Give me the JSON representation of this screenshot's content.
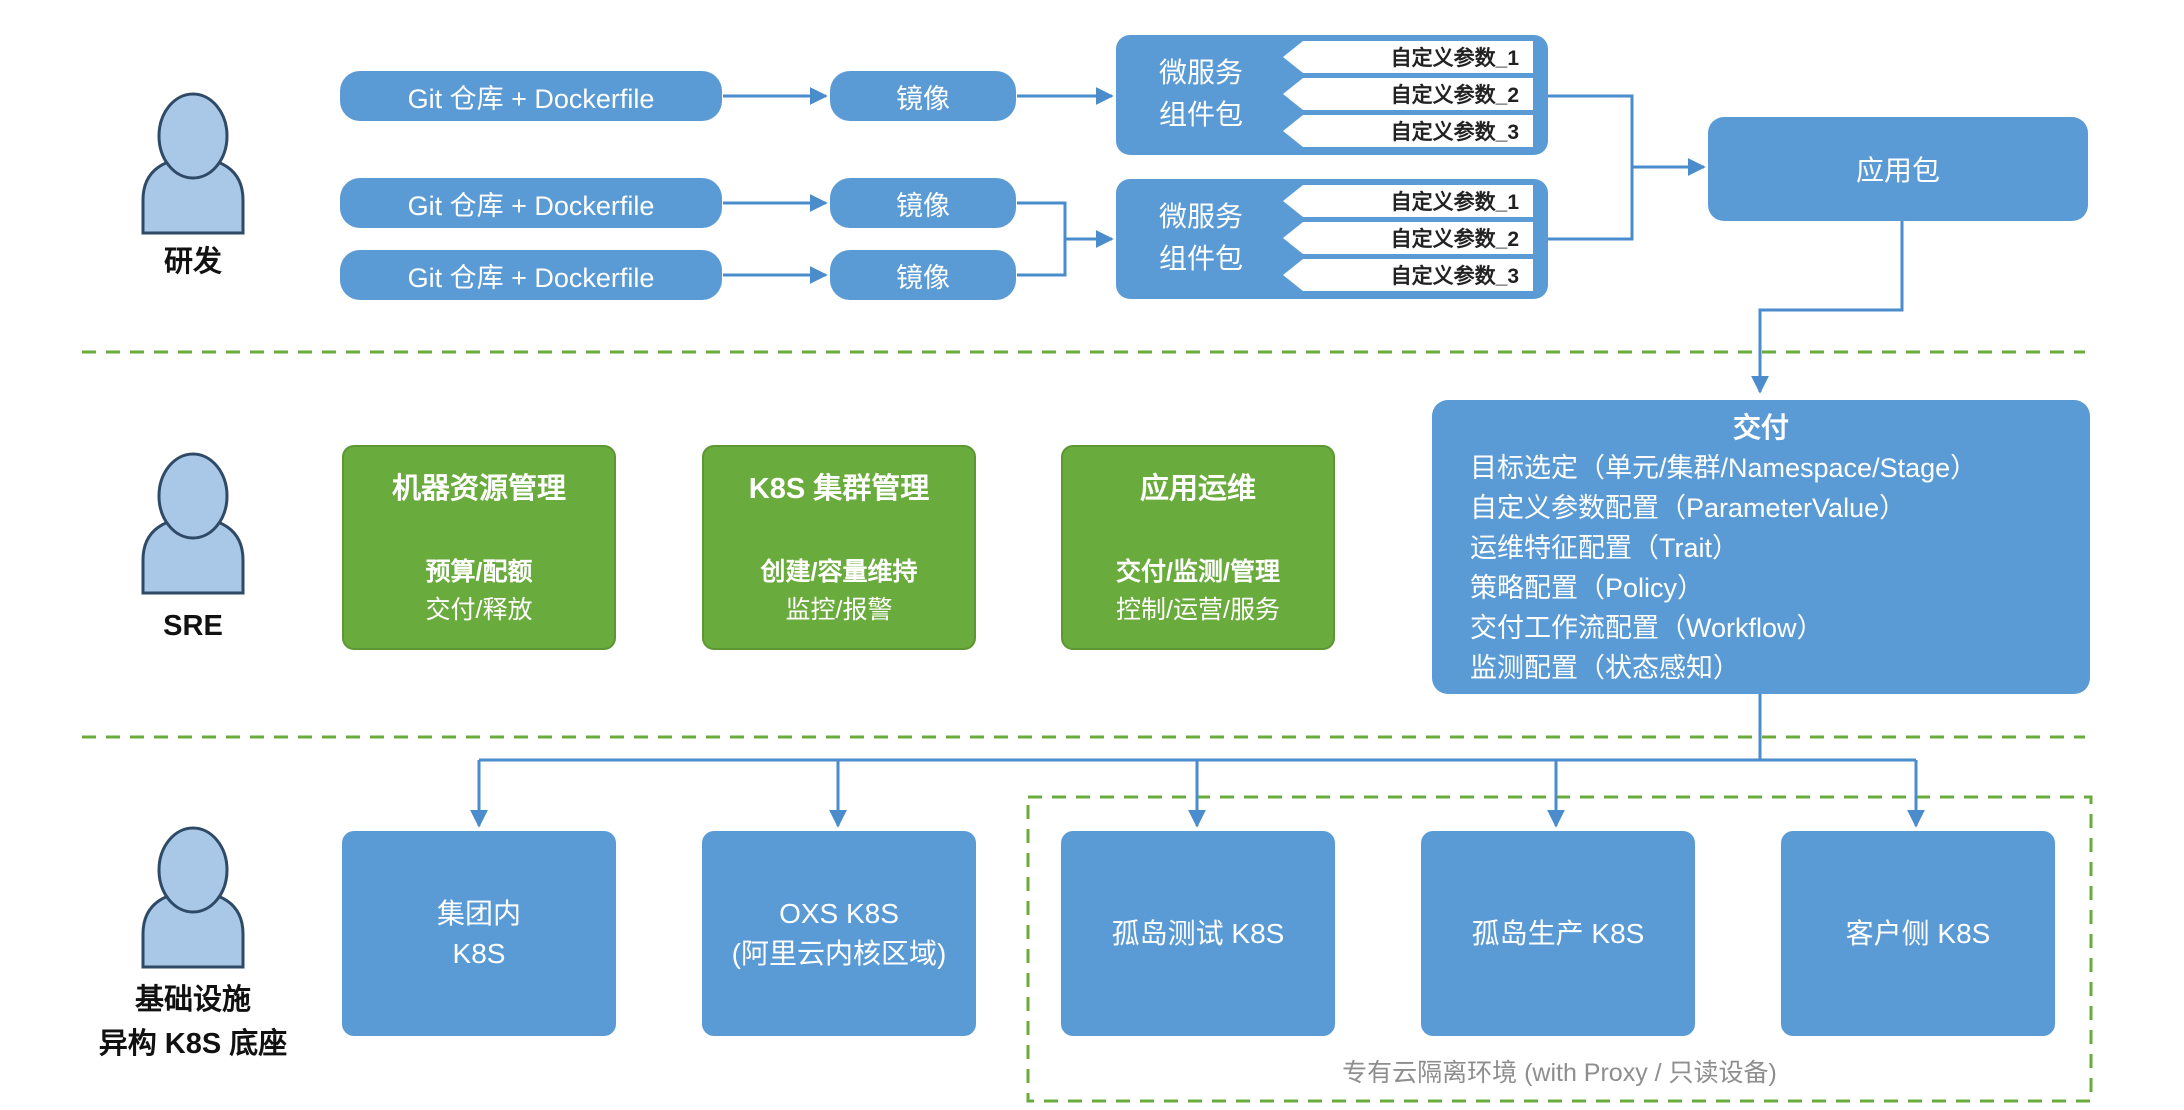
{
  "actors": {
    "dev": "研发",
    "sre": "SRE",
    "infra_line1": "基础设施",
    "infra_line2": "异构 K8S 底座"
  },
  "dev_flow": {
    "repo_label": "Git 仓库 + Dockerfile",
    "image_label": "镜像",
    "module_line1": "微服务",
    "module_line2": "组件包",
    "params": [
      "自定义参数_1",
      "自定义参数_2",
      "自定义参数_3"
    ],
    "app_package": "应用包"
  },
  "sre": {
    "boxes": [
      {
        "title": "机器资源管理",
        "line1": "预算/配额",
        "line2": "交付/释放"
      },
      {
        "title": "K8S 集群管理",
        "line1": "创建/容量维持",
        "line2": "监控/报警"
      },
      {
        "title": "应用运维",
        "line1": "交付/监测/管理",
        "line2": "控制/运营/服务"
      }
    ]
  },
  "delivery": {
    "title": "交付",
    "items": [
      "目标选定（单元/集群/Namespace/Stage）",
      "自定义参数配置（ParameterValue）",
      "运维特征配置（Trait）",
      "策略配置（Policy）",
      "交付工作流配置（Workflow）",
      "监测配置（状态感知）"
    ]
  },
  "infra": {
    "targets": [
      {
        "line1": "集团内",
        "line2": "K8S"
      },
      {
        "line1": "OXS K8S",
        "line2": "(阿里云内核区域)"
      },
      {
        "line1": "孤岛测试 K8S",
        "line2": ""
      },
      {
        "line1": "孤岛生产 K8S",
        "line2": ""
      },
      {
        "line1": "客户侧 K8S",
        "line2": ""
      }
    ],
    "private_cloud_label": "专有云隔离环境 (with Proxy / 只读设备)"
  },
  "colors": {
    "blue": "#5b9bd5",
    "arrow": "#4a8ccc",
    "green": "#6aab3d",
    "dashed": "#6aab3d",
    "person": "#a9c8e8"
  }
}
